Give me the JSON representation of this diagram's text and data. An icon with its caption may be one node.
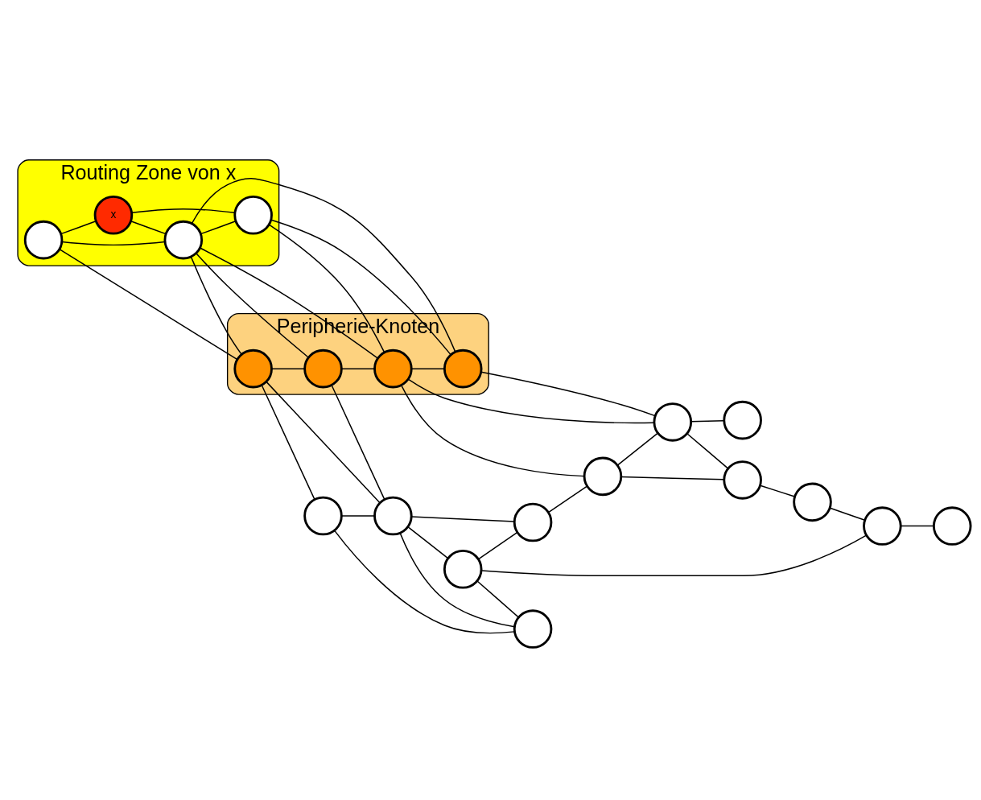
{
  "diagram": {
    "nodes": [
      {
        "text": [
          "Routing Zone von x"
        ]
      },
      {
        "text": [],
        "shape": "circle",
        "in": 0
      },
      {
        "text": [
          "x"
        ],
        "in": 0
      },
      {
        "text": [],
        "shape": "circle",
        "in": 0
      },
      {
        "text": [],
        "shape": "circle",
        "in": 0
      },
      {
        "text": [
          "Peripherie-Knoten"
        ]
      },
      {
        "text": [],
        "shape": "circle",
        "in": 5
      },
      {
        "text": [],
        "shape": "circle",
        "in": 5
      },
      {
        "text": [],
        "shape": "circle",
        "in": 5
      },
      {
        "text": [],
        "shape": "circle",
        "in": 5
      },
      {
        "text": [],
        "shape": "circle"
      },
      {
        "text": [],
        "shape": "circle"
      },
      {
        "text": [],
        "shape": "circle"
      },
      {
        "text": [],
        "shape": "circle"
      },
      {
        "text": [],
        "shape": "circle"
      },
      {
        "text": [],
        "shape": "circle"
      },
      {
        "text": [],
        "shape": "circle"
      },
      {
        "text": [],
        "shape": "circle"
      },
      {
        "text": [],
        "shape": "circle"
      },
      {
        "text": [],
        "shape": "circle"
      },
      {
        "text": [],
        "shape": "circle"
      },
      {
        "text": [],
        "shape": "circle"
      }
    ],
    "edges": [
      {
        "from": 1,
        "to": 2,
        "arrow": "none"
      },
      {
        "from": 1,
        "to": 3,
        "arrow": "none"
      },
      {
        "from": 1,
        "to": 6,
        "arrow": "none"
      },
      {
        "from": 2,
        "to": 3,
        "arrow": "none"
      },
      {
        "from": 2,
        "to": 4,
        "arrow": "none"
      },
      {
        "from": 3,
        "to": 6,
        "arrow": "none"
      },
      {
        "from": 3,
        "to": 7,
        "arrow": "none"
      },
      {
        "from": 3,
        "to": 4,
        "arrow": "none"
      },
      {
        "from": 3,
        "to": 8,
        "arrow": "none"
      },
      {
        "from": 3,
        "to": 9,
        "arrow": "none"
      },
      {
        "from": 4,
        "to": 8,
        "arrow": "none"
      },
      {
        "from": 4,
        "to": 9,
        "arrow": "none"
      },
      {
        "from": 6,
        "to": 7,
        "arrow": "none"
      },
      {
        "from": 6,
        "to": 10,
        "arrow": "none"
      },
      {
        "from": 6,
        "to": 11,
        "arrow": "none"
      },
      {
        "from": 7,
        "to": 11,
        "arrow": "none"
      },
      {
        "from": 7,
        "to": 8,
        "arrow": "none"
      },
      {
        "from": 8,
        "to": 9,
        "arrow": "none"
      },
      {
        "from": 8,
        "to": 15,
        "arrow": "none"
      },
      {
        "from": 8,
        "to": 16,
        "arrow": "none"
      },
      {
        "from": 9,
        "to": 16,
        "arrow": "none"
      },
      {
        "from": 10,
        "to": 11,
        "arrow": "none"
      },
      {
        "from": 10,
        "to": 12,
        "arrow": "none"
      },
      {
        "from": 11,
        "to": 12,
        "arrow": "none"
      },
      {
        "from": 11,
        "to": 13,
        "arrow": "none"
      },
      {
        "from": 11,
        "to": 14,
        "arrow": "none"
      },
      {
        "from": 13,
        "to": 12,
        "arrow": "none"
      },
      {
        "from": 13,
        "to": 14,
        "arrow": "none"
      },
      {
        "from": 13,
        "to": 19,
        "arrow": "none"
      },
      {
        "from": 14,
        "to": 15,
        "arrow": "none"
      },
      {
        "from": 15,
        "to": 16,
        "arrow": "none"
      },
      {
        "from": 15,
        "to": 17,
        "arrow": "none"
      },
      {
        "from": 16,
        "to": 17,
        "arrow": "none"
      },
      {
        "from": 16,
        "to": 21,
        "arrow": "none"
      },
      {
        "from": 17,
        "to": 18,
        "arrow": "none"
      },
      {
        "from": 18,
        "to": 19,
        "arrow": "none"
      },
      {
        "from": 19,
        "to": 20,
        "arrow": "none"
      }
    ]
  }
}
